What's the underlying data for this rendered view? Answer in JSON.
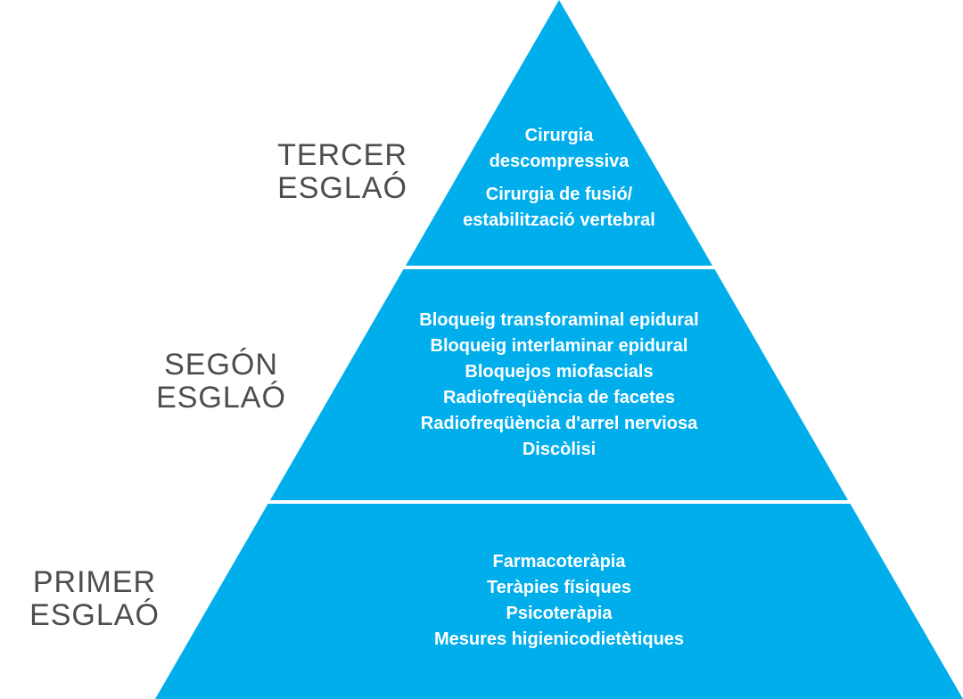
{
  "colors": {
    "tier_fill": "#00AEEC",
    "label_text": "#4d4d4d",
    "tier_text": "#ffffff"
  },
  "tiers": [
    {
      "label_line1": "TERCER",
      "label_line2": "ESGLAÓ",
      "items": [
        "Cirurgia",
        "descompressiva",
        "Cirurgia de fusió/",
        "estabilització vertebral"
      ]
    },
    {
      "label_line1": "SEGÓN",
      "label_line2": "ESGLAÓ",
      "items": [
        "Bloqueig transforaminal epidural",
        "Bloqueig interlaminar epidural",
        "Bloquejos miofascials",
        "Radiofreqüència de facetes",
        "Radiofreqüència d'arrel nerviosa",
        "Discòlisi"
      ]
    },
    {
      "label_line1": "PRIMER",
      "label_line2": "ESGLAÓ",
      "items": [
        "Farmacoteràpia",
        "Teràpies físiques",
        "Psicoteràpia",
        "Mesures higienicodietètiques"
      ]
    }
  ]
}
